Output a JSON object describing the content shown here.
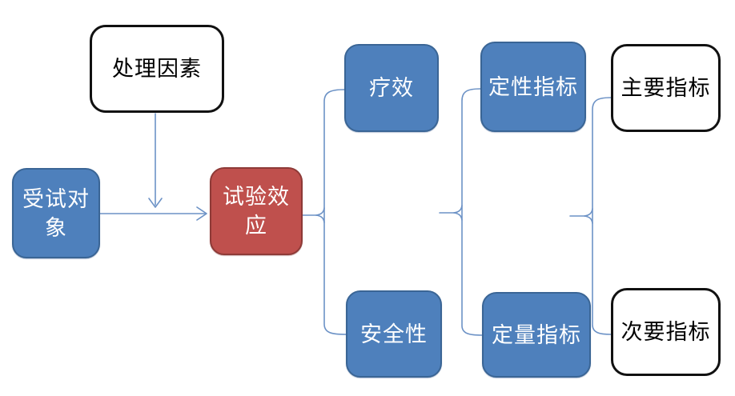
{
  "diagram": {
    "background": "#FFFFFF",
    "colors": {
      "blue_fill": "#4E80BC",
      "blue_border": "#3A6595",
      "red_fill": "#BF504D",
      "red_border": "#8E3A37",
      "white_fill": "#FFFFFF",
      "white_box_border": "#111111",
      "connector": "#6C92C6",
      "text_on_fill": "#FFFFFF",
      "text_on_white": "#000000"
    },
    "nodes": [
      {
        "id": "treatment-factor",
        "label": "处理因素",
        "style": "white"
      },
      {
        "id": "subject",
        "label": "受试对象",
        "style": "blue"
      },
      {
        "id": "trial-effect",
        "label": "试验效应",
        "style": "red"
      },
      {
        "id": "efficacy",
        "label": "疗效",
        "style": "blue"
      },
      {
        "id": "safety",
        "label": "安全性",
        "style": "blue"
      },
      {
        "id": "qualitative-indicator",
        "label": "定性指标",
        "style": "blue"
      },
      {
        "id": "quantitative-indicator",
        "label": "定量指标",
        "style": "blue"
      },
      {
        "id": "primary-indicator",
        "label": "主要指标",
        "style": "white"
      },
      {
        "id": "secondary-indicator",
        "label": "次要指标",
        "style": "white"
      }
    ],
    "edges": [
      {
        "from": "treatment-factor",
        "to": "subject-to-trial-effect-arrow",
        "type": "arrow-down"
      },
      {
        "from": "subject",
        "to": "trial-effect",
        "type": "arrow-right"
      },
      {
        "from": "trial-effect",
        "to": "efficacy",
        "type": "brace-branch"
      },
      {
        "from": "trial-effect",
        "to": "safety",
        "type": "brace-branch"
      },
      {
        "from": "efficacy+safety",
        "to": "qualitative-indicator",
        "type": "brace-branch"
      },
      {
        "from": "efficacy+safety",
        "to": "quantitative-indicator",
        "type": "brace-branch"
      },
      {
        "from": "qualitative+quantitative",
        "to": "primary-indicator",
        "type": "brace-branch"
      },
      {
        "from": "qualitative+quantitative",
        "to": "secondary-indicator",
        "type": "brace-branch"
      }
    ]
  }
}
